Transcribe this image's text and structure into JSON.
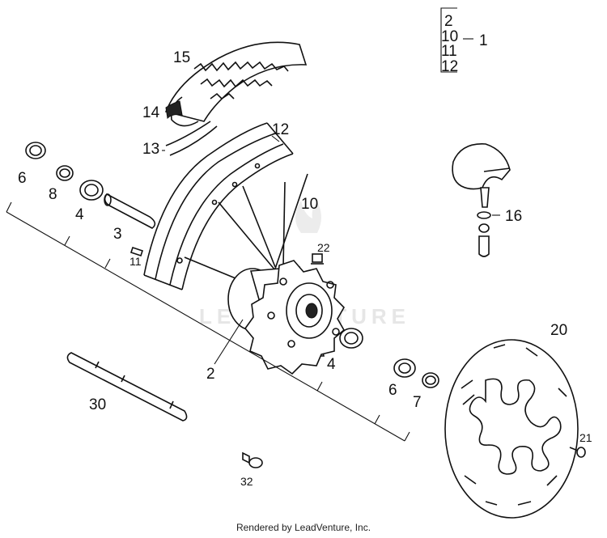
{
  "watermark": "LEADVENTURE",
  "credit": "Rendered by LeadVenture, Inc.",
  "kit": {
    "items": [
      "2",
      "10",
      "11",
      "12"
    ],
    "label": "1"
  },
  "callouts": {
    "p15": "15",
    "p14": "14",
    "p13": "13",
    "p12": "12",
    "p10": "10",
    "p6a": "6",
    "p8": "8",
    "p4a": "4",
    "p3": "3",
    "p11": "11",
    "p22": "22",
    "p16": "16",
    "p2": "2",
    "p4b": "4",
    "p6b": "6",
    "p7": "7",
    "p20": "20",
    "p30": "30",
    "p21": "21",
    "p32": "32"
  }
}
